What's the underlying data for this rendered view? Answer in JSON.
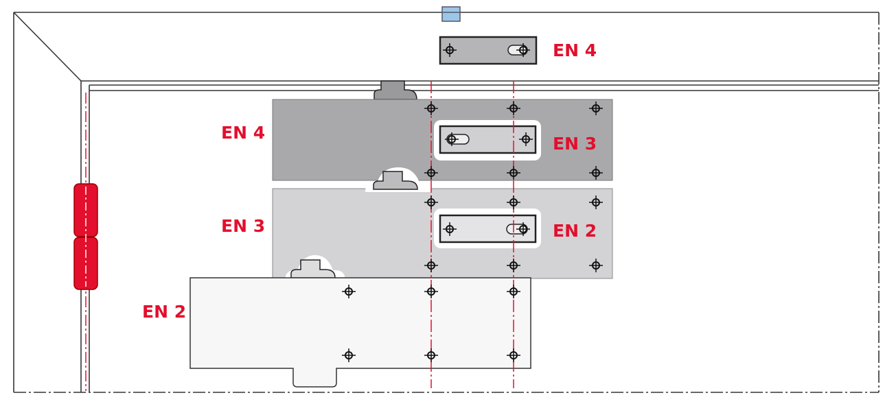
{
  "colors": {
    "accent_red": "#e30f2d",
    "plate_en4": "#a9a9ab",
    "plate_en3": "#d3d3d5",
    "plate_en2": "#f7f7f7",
    "outline": "#222222",
    "marker_blue": "#9cc6e8"
  },
  "labels": {
    "top_plate": "EN 4",
    "plate_en4_left": "EN 4",
    "inner_en3": "EN 3",
    "plate_en3_left": "EN 3",
    "inner_en2": "EN 2",
    "plate_en2_left": "EN 2"
  }
}
